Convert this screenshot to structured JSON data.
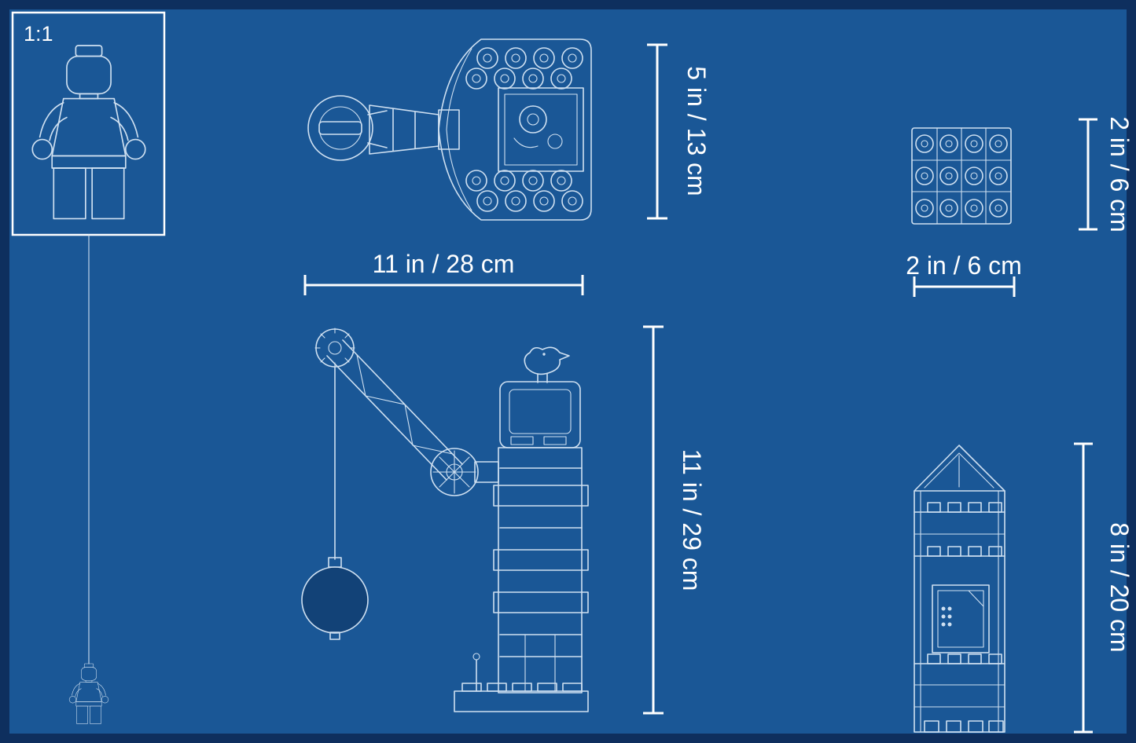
{
  "colors": {
    "background": "#1A5796",
    "frame": "#0E2F5E",
    "line_art": "#D9E8F6",
    "dimension": "#FFFFFF"
  },
  "scale_indicator": {
    "label": "1:1"
  },
  "dimensions": {
    "crane_top_view_height": "5 in / 13 cm",
    "crane_side_view_width": "11 in / 28 cm",
    "crane_side_view_height": "11 in / 29 cm",
    "plate_top_view_height": "2 in / 6 cm",
    "plate_top_view_width": "2 in / 6 cm",
    "tower_side_view_height": "8 in / 20 cm"
  }
}
